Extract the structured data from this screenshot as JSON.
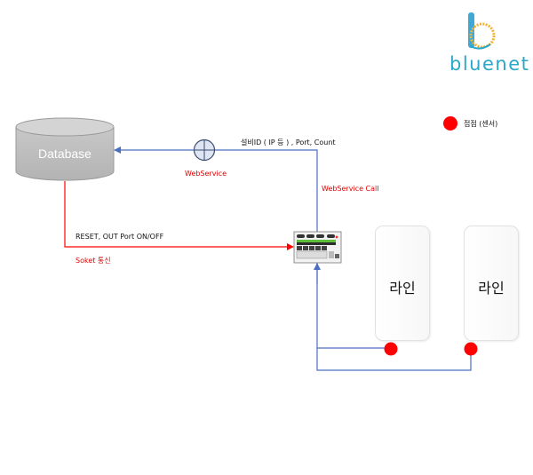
{
  "brand": {
    "name": "bluenet",
    "color": "#2aa7c9"
  },
  "legend": {
    "label": "접점 (센서)",
    "marker_color": "#ff0000"
  },
  "database": {
    "label": "Database"
  },
  "webservice": {
    "label": "WebService"
  },
  "edges": {
    "device_info": "설비ID ( IP 등 ) , Port, Count",
    "webservice_call": "WebService Call",
    "reset_out": "RESET, OUT Port ON/OFF",
    "socket": "Soket 통신"
  },
  "lines": [
    {
      "label": "라인"
    },
    {
      "label": "라인"
    }
  ],
  "colors": {
    "blue_line": "#4a6fc1",
    "red_line": "#ff0000",
    "text_red": "#e00000"
  }
}
